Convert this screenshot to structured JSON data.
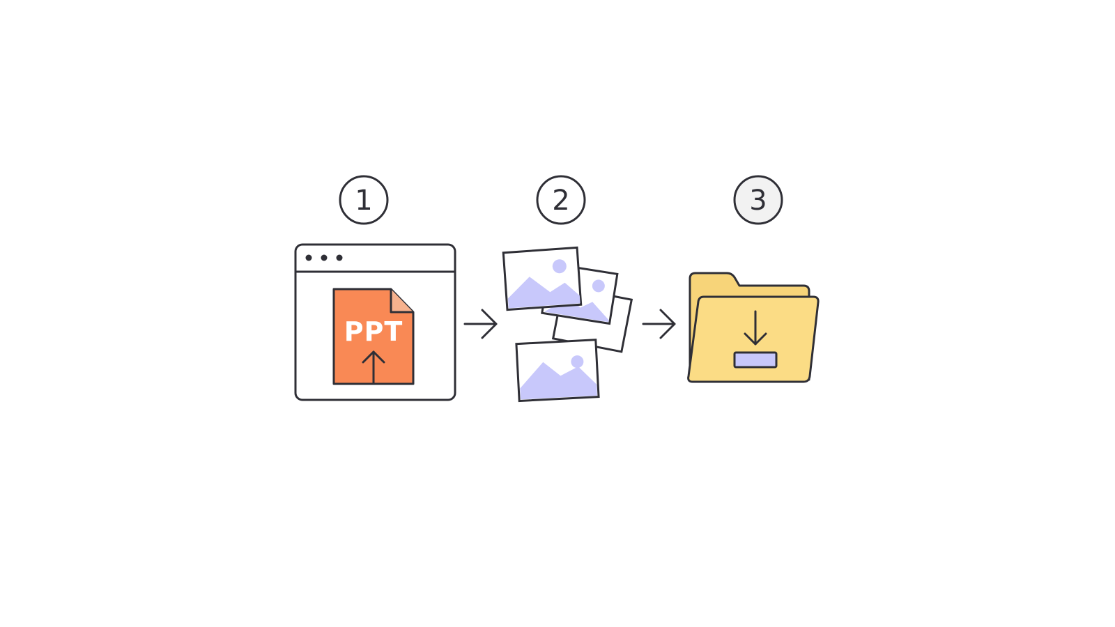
{
  "steps": [
    {
      "number": "1",
      "icon": "browser-window-with-ppt-upload"
    },
    {
      "number": "2",
      "icon": "image-stack"
    },
    {
      "number": "3",
      "icon": "folder-download"
    }
  ],
  "ppt_file": {
    "label": "PPT"
  },
  "colors": {
    "stroke": "#2f2f36",
    "ppt_orange": "#f98955",
    "image_lavender": "#c8c8fb",
    "folder_yellow": "#fbdc85",
    "folder_back": "#f7d479",
    "background": "#ffffff"
  }
}
